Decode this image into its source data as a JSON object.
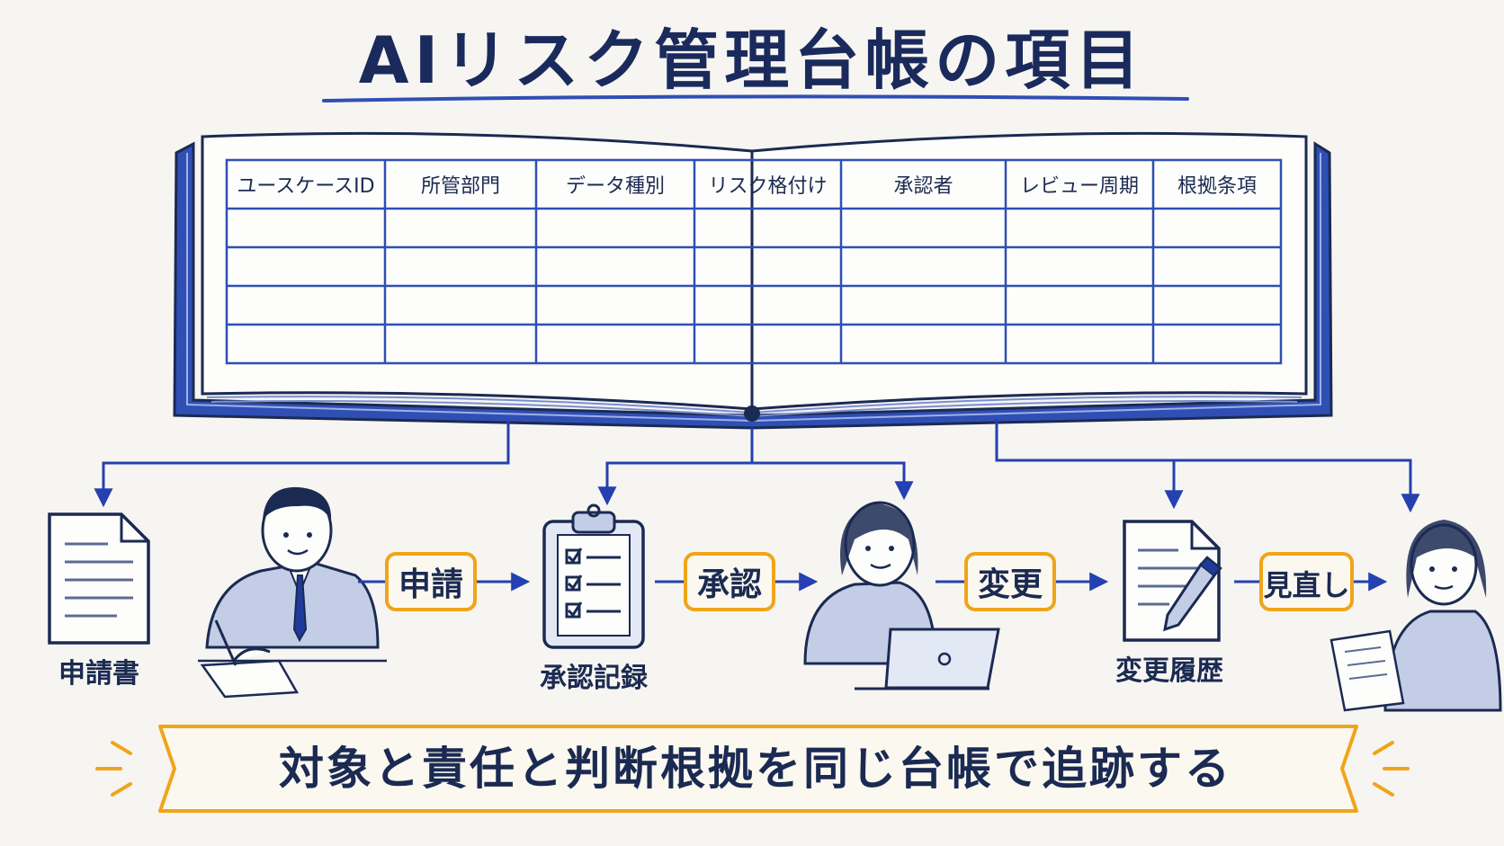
{
  "title": "AIリスク管理台帳の項目",
  "ledger": {
    "columns": [
      "ユースケースID",
      "所管部門",
      "データ種別",
      "リスク格付け",
      "承認者",
      "レビュー周期",
      "根拠条項"
    ]
  },
  "steps": {
    "apply": "申請",
    "approve": "承認",
    "change": "変更",
    "review": "見直し"
  },
  "documents": {
    "application_form": "申請書",
    "approval_record": "承認記録",
    "change_history": "変更履歴"
  },
  "banner": "対象と責任と判断根拠を同じ台帳で追跡する",
  "colors": {
    "navy": "#1b2a52",
    "blue": "#2f4fb5",
    "orange": "#f0a41b",
    "paper": "#f6f5f1"
  }
}
